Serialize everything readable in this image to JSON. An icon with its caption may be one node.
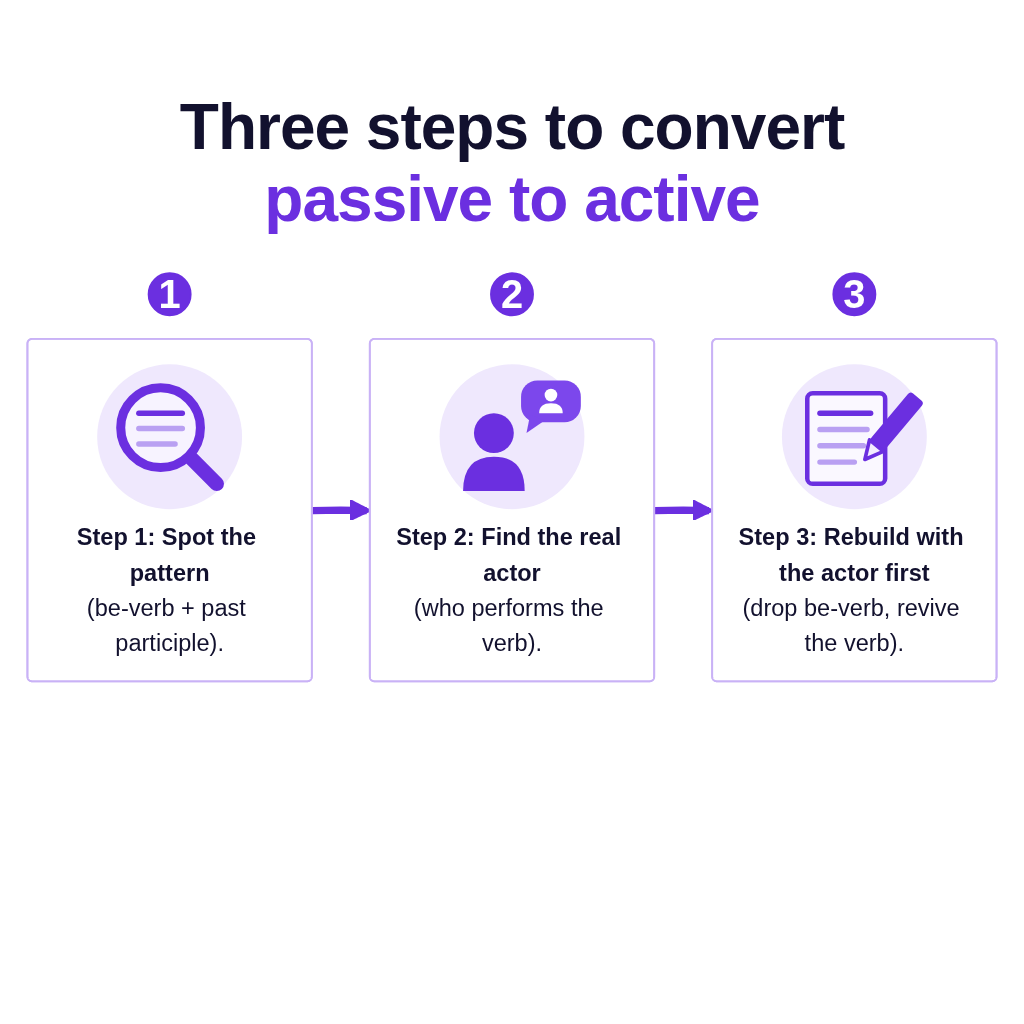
{
  "diagram": {
    "title": "Three steps to convert passive to active",
    "nodes": [
      {
        "text": [
          "1"
        ]
      },
      {
        "text": [
          "Step 1: Spot the pattern",
          "(be-verb + past participle)."
        ]
      },
      {
        "text": [
          "2"
        ]
      },
      {
        "text": [
          "Step 2: Find the real actor",
          "(who performs the verb)."
        ]
      },
      {
        "text": [
          "3"
        ]
      },
      {
        "text": [
          "Step 3: Rebuild with the actor first",
          "(drop be-verb, revive the verb)."
        ]
      }
    ],
    "edges": [
      {
        "from": 1,
        "to": 3,
        "arrow": "to"
      },
      {
        "from": 3,
        "to": 5,
        "arrow": "to"
      }
    ]
  }
}
